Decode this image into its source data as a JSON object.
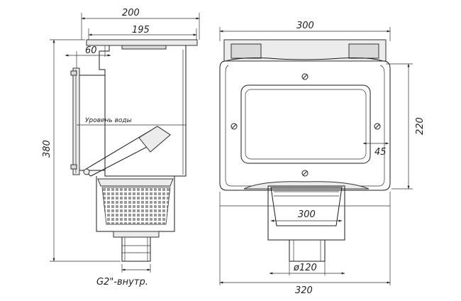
{
  "side_view": {
    "dim_width_outer": "200",
    "dim_width_inner": "195",
    "dim_offset": "60",
    "dim_height": "380",
    "water_level_label": "Уровень воды",
    "thread_label": "G2\"-внутр."
  },
  "front_view": {
    "dim_top_width": "300",
    "dim_height": "220",
    "dim_small": "45",
    "dim_basket_width": "300",
    "dim_pipe_diameter": "ø120",
    "dim_total_width": "320"
  }
}
